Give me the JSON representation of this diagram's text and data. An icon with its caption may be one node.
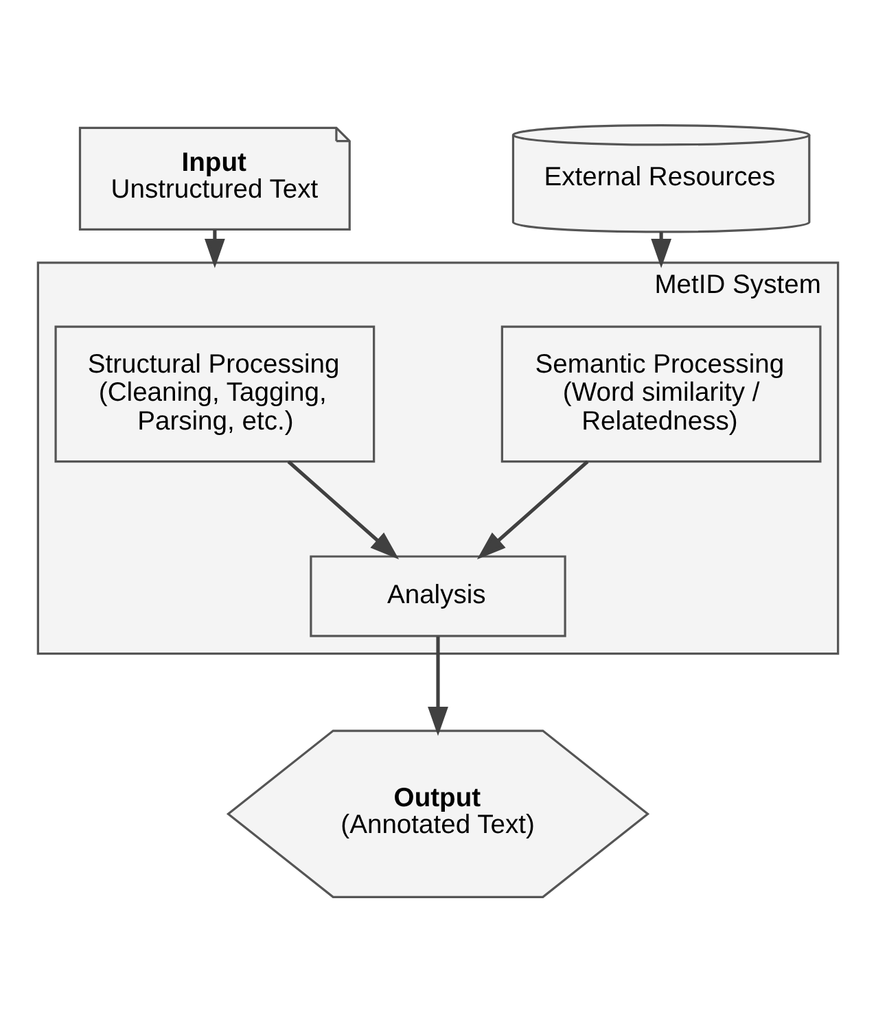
{
  "diagram": {
    "nodes": [
      {
        "text": [
          "Input",
          "Unstructured Text"
        ]
      },
      {
        "text": [
          "External Resources"
        ]
      },
      {
        "text": [
          "MetID System"
        ]
      },
      {
        "text": [
          "Structural Processing (Cleaning, Tagging, Parsing, etc.)"
        ],
        "in": 2
      },
      {
        "text": [
          "Semantic Processing (Word similarity / Relatedness)"
        ],
        "in": 2
      },
      {
        "text": [
          "Analysis"
        ],
        "in": 2
      },
      {
        "text": [
          "Output",
          "(Annotated Text)"
        ]
      }
    ],
    "edges": [
      {
        "from": 0,
        "to": 2,
        "arrow": "to"
      },
      {
        "from": 1,
        "to": 2,
        "arrow": "to"
      },
      {
        "from": 3,
        "to": 5,
        "arrow": "to"
      },
      {
        "from": 4,
        "to": 5,
        "arrow": "to"
      },
      {
        "from": 5,
        "to": 6,
        "arrow": "to"
      }
    ]
  }
}
